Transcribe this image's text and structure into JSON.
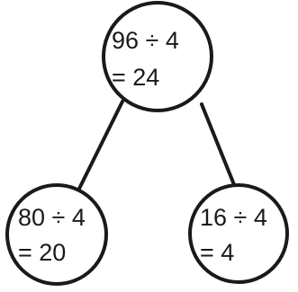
{
  "diagram": {
    "root": {
      "line1": "96 ÷ 4",
      "line2": "= 24"
    },
    "left": {
      "line1": "80 ÷ 4",
      "line2": "= 20"
    },
    "right": {
      "line1": "16 ÷ 4",
      "line2": "= 4"
    },
    "colors": {
      "stroke": "#1a1a1a",
      "text": "#1a1a1a",
      "background": "#ffffff"
    }
  }
}
